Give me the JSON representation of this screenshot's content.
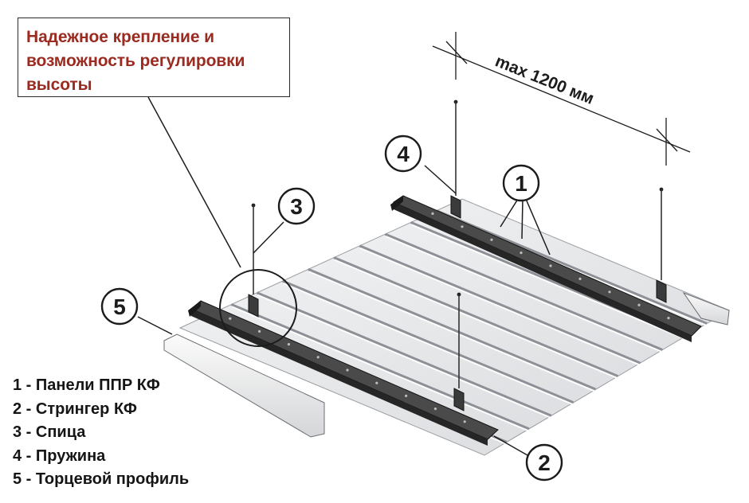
{
  "callout": {
    "lines": [
      "Надежное крепление и",
      "возможность регулировки",
      "высоты"
    ]
  },
  "dimension": {
    "label": "max 1200 мм"
  },
  "markers": [
    {
      "number": "1"
    },
    {
      "number": "2"
    },
    {
      "number": "3"
    },
    {
      "number": "4"
    },
    {
      "number": "5"
    }
  ],
  "legend": [
    "1 - Панели ППР КФ",
    "2 - Стрингер КФ",
    "3 - Спица",
    "4 - Пружина",
    "5 - Торцевой профиль"
  ],
  "colors": {
    "callout_text": "#9b2a20",
    "panel": "#e8e9eb",
    "stringer": "#3a3a3a",
    "outline": "#1c1c1c"
  }
}
